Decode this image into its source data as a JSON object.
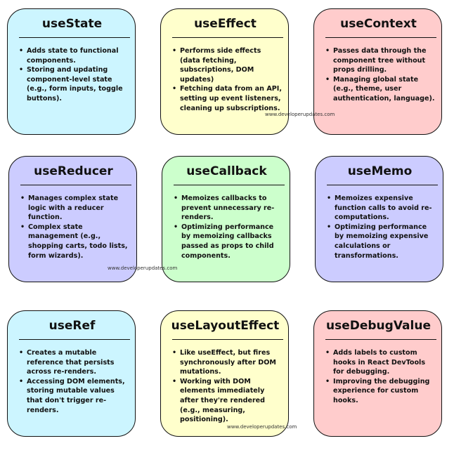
{
  "cards": [
    {
      "title": "useState",
      "color": "#ccf5ff",
      "bullets": [
        "Adds state to functional components.",
        "Storing and updating component-level state (e.g., form inputs, toggle buttons)."
      ]
    },
    {
      "title": "useEffect",
      "color": "#ffffcc",
      "bullets": [
        "Performs side effects (data fetching, subscriptions, DOM updates)",
        "Fetching data from an API, setting up event listeners, cleaning up subscriptions."
      ]
    },
    {
      "title": "useContext",
      "color": "#ffcccc",
      "bullets": [
        "Passes data through the component tree without props drilling.",
        "Managing global state (e.g., theme, user authentication, language)."
      ]
    },
    {
      "title": "useReducer",
      "color": "#ccccff",
      "bullets": [
        "Manages complex state logic with a reducer function.",
        "Complex state management (e.g., shopping carts, todo lists, form wizards)."
      ]
    },
    {
      "title": "useCallback",
      "color": "#ccffcc",
      "bullets": [
        "Memoizes callbacks to prevent unnecessary re-renders.",
        "Optimizing performance by memoizing callbacks passed as props to child components."
      ]
    },
    {
      "title": "useMemo",
      "color": "#ccccff",
      "bullets": [
        "Memoizes expensive function calls to avoid re-computations.",
        "Optimizing performance by memoizing expensive calculations or transformations."
      ]
    },
    {
      "title": "useRef",
      "color": "#ccf5ff",
      "bullets": [
        "Creates a mutable reference that persists across re-renders.",
        "Accessing DOM elements, storing mutable values that don't trigger re-renders."
      ]
    },
    {
      "title": "useLayoutEffect",
      "color": "#ffffcc",
      "bullets": [
        "Like useEffect, but fires synchronously after DOM mutations.",
        "Working with DOM elements immediately after they're rendered (e.g., measuring, positioning)."
      ]
    },
    {
      "title": "useDebugValue",
      "color": "#ffcccc",
      "bullets": [
        "Adds labels to custom hooks in React DevTools for debugging.",
        "Improving the debugging experience for custom hooks."
      ]
    }
  ],
  "watermarks": [
    "www.developerupdates.com",
    "www.developerupdates.com",
    "www.developerupdates.com"
  ]
}
